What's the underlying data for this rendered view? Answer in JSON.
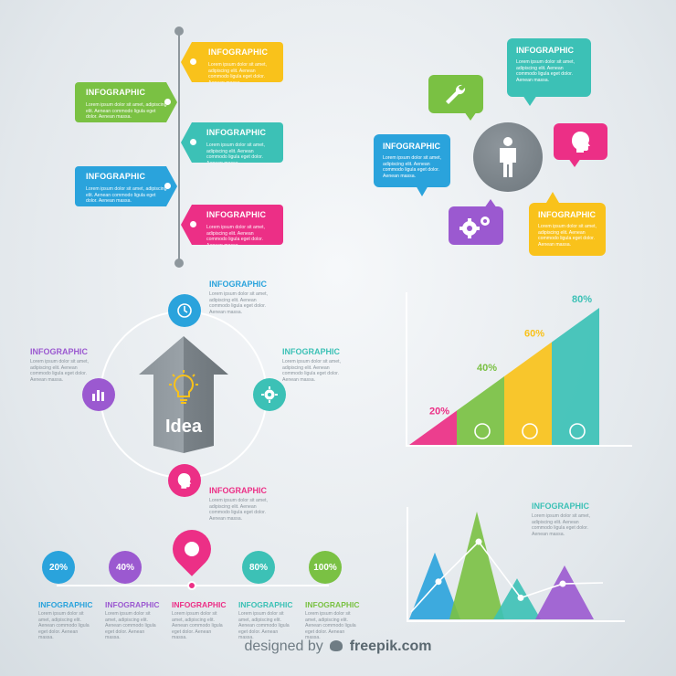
{
  "lorem": "Lorem ipsum dolor sit amet, adipiscing elit. Aenean commodo ligula eget dolor. Aenean massa.",
  "timeline_tags": [
    {
      "title": "INFOGRAPHIC",
      "color": "#f9c21b"
    },
    {
      "title": "INFOGRAPHIC",
      "color": "#7ac143"
    },
    {
      "title": "INFOGRAPHIC",
      "color": "#3cc1b6"
    },
    {
      "title": "INFOGRAPHIC",
      "color": "#2aa3dc"
    },
    {
      "title": "INFOGRAPHIC",
      "color": "#ec2f86"
    }
  ],
  "bubbles": {
    "teal": {
      "title": "INFOGRAPHIC",
      "color": "#3cc1b6"
    },
    "blue": {
      "title": "INFOGRAPHIC",
      "color": "#2aa3dc"
    },
    "yellow": {
      "title": "INFOGRAPHIC",
      "color": "#f9c21b"
    },
    "green_icon": "wrench-icon",
    "pink_icon": "head-icon",
    "purple_icon": "gears-icon",
    "center_icon": "person-icon"
  },
  "cycle": {
    "center_label": "Idea",
    "center_icon": "lightbulb-icon",
    "labels": [
      {
        "title": "INFOGRAPHIC",
        "color": "#2aa3dc"
      },
      {
        "title": "INFOGRAPHIC",
        "color": "#3cc1b6"
      },
      {
        "title": "INFOGRAPHIC",
        "color": "#9b59d0"
      },
      {
        "title": "INFOGRAPHIC",
        "color": "#ec2f86"
      }
    ]
  },
  "progress": {
    "steps": [
      {
        "value": "20%",
        "label": "INFOGRAPHIC",
        "color": "#2aa3dc"
      },
      {
        "value": "40%",
        "label": "INFOGRAPHIC",
        "color": "#9b59d0"
      },
      {
        "value": "",
        "label": "INFOGRAPHIC",
        "color": "#ec2f86"
      },
      {
        "value": "80%",
        "label": "INFOGRAPHIC",
        "color": "#3cc1b6"
      },
      {
        "value": "100%",
        "label": "INFOGRAPHIC",
        "color": "#7ac143"
      }
    ]
  },
  "bar_chart": {
    "bars": [
      {
        "label": "20%",
        "value": 20,
        "color": "#ec2f86",
        "icon": "wrench-icon"
      },
      {
        "label": "40%",
        "value": 40,
        "color": "#7ac143",
        "icon": "clock-icon"
      },
      {
        "label": "60%",
        "value": 60,
        "color": "#f9c21b",
        "icon": "head-icon"
      },
      {
        "label": "80%",
        "value": 80,
        "color": "#3cc1b6",
        "icon": "gear-icon"
      }
    ]
  },
  "mountain_chart": {
    "title": "INFOGRAPHIC",
    "title_color": "#3cc1b6",
    "peaks": [
      {
        "color": "#2aa3dc",
        "height": 0.62
      },
      {
        "color": "#7ac143",
        "height": 1.0
      },
      {
        "color": "#3cc1b6",
        "height": 0.38
      },
      {
        "color": "#9b59d0",
        "height": 0.5
      }
    ],
    "line": [
      0.35,
      0.72,
      0.2,
      0.33
    ]
  },
  "credit": {
    "prefix": "designed by",
    "brand": "freepik.com"
  }
}
